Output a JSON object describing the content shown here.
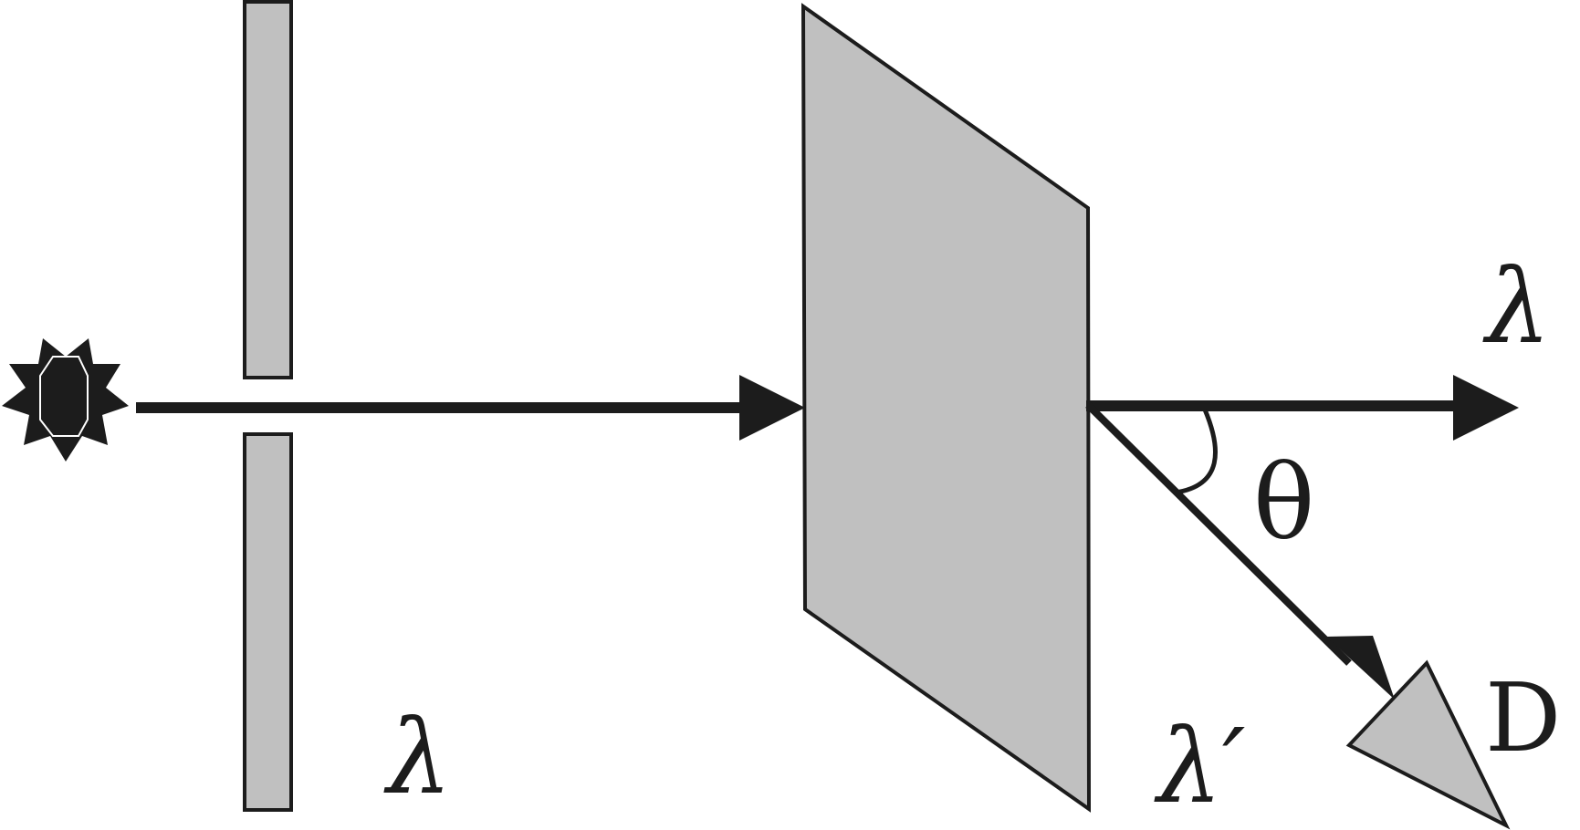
{
  "labels": {
    "lambda_incident": "λ",
    "lambda_transmitted": "λ",
    "lambda_scattered": "λ′",
    "angle": "θ",
    "detector": "D"
  },
  "colors": {
    "ink": "#1c1c1c",
    "gray_fill": "#c0c0c0",
    "background": "#ffffff"
  },
  "icons": {
    "source": "starburst-source-icon"
  }
}
